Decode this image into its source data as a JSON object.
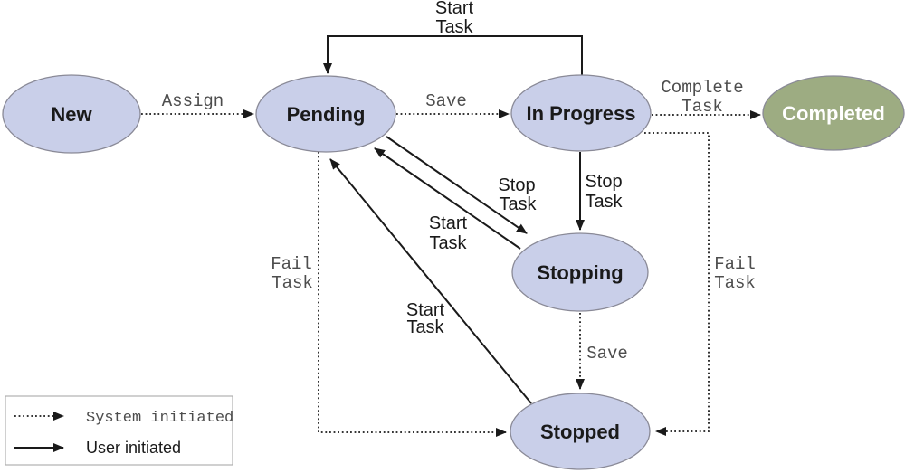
{
  "nodes": {
    "new": {
      "label": "New"
    },
    "pending": {
      "label": "Pending"
    },
    "in_progress": {
      "label": "In Progress"
    },
    "completed": {
      "label": "Completed"
    },
    "stopping": {
      "label": "Stopping"
    },
    "stopped": {
      "label": "Stopped"
    }
  },
  "edges": {
    "assign": {
      "label": "Assign",
      "type": "system",
      "from": "New",
      "to": "Pending"
    },
    "save_to_in_progress": {
      "label": "Save",
      "type": "system",
      "from": "Pending",
      "to": "In Progress"
    },
    "complete_task": {
      "lines": [
        "Complete",
        "Task"
      ],
      "type": "system",
      "from": "In Progress",
      "to": "Completed"
    },
    "start_task_top": {
      "lines": [
        "Start",
        "Task"
      ],
      "type": "user",
      "from": "In Progress",
      "to": "Pending"
    },
    "stop_task_from_pending": {
      "lines": [
        "Stop",
        "Task"
      ],
      "type": "user",
      "from": "Pending",
      "to": "Stopping"
    },
    "stop_task_vertical": {
      "lines": [
        "Stop",
        "Task"
      ],
      "type": "user",
      "from": "In Progress",
      "to": "Stopping"
    },
    "start_task_mid": {
      "lines": [
        "Start",
        "Task"
      ],
      "type": "user",
      "from": "Stopping",
      "to": "Pending"
    },
    "start_task_low": {
      "lines": [
        "Start",
        "Task"
      ],
      "type": "user",
      "from": "Stopped",
      "to": "Pending"
    },
    "save_to_stopped": {
      "label": "Save",
      "type": "system",
      "from": "Stopping",
      "to": "Stopped"
    },
    "fail_task_left": {
      "lines": [
        "Fail",
        "Task"
      ],
      "type": "system",
      "from": "Pending",
      "to": "Stopped"
    },
    "fail_task_right": {
      "lines": [
        "Fail",
        "Task"
      ],
      "type": "system",
      "from": "In Progress",
      "to": "Stopped"
    }
  },
  "legend": {
    "system_label": "System initiated",
    "user_label": "User initiated"
  },
  "colors": {
    "node_fill": "#c9cfe9",
    "node_stroke": "#8a8a97",
    "completed_fill": "#9dac82",
    "arrow_black": "#1a1a1a",
    "label_gray": "#4d4d4d",
    "legend_border": "#b0b0b0"
  }
}
